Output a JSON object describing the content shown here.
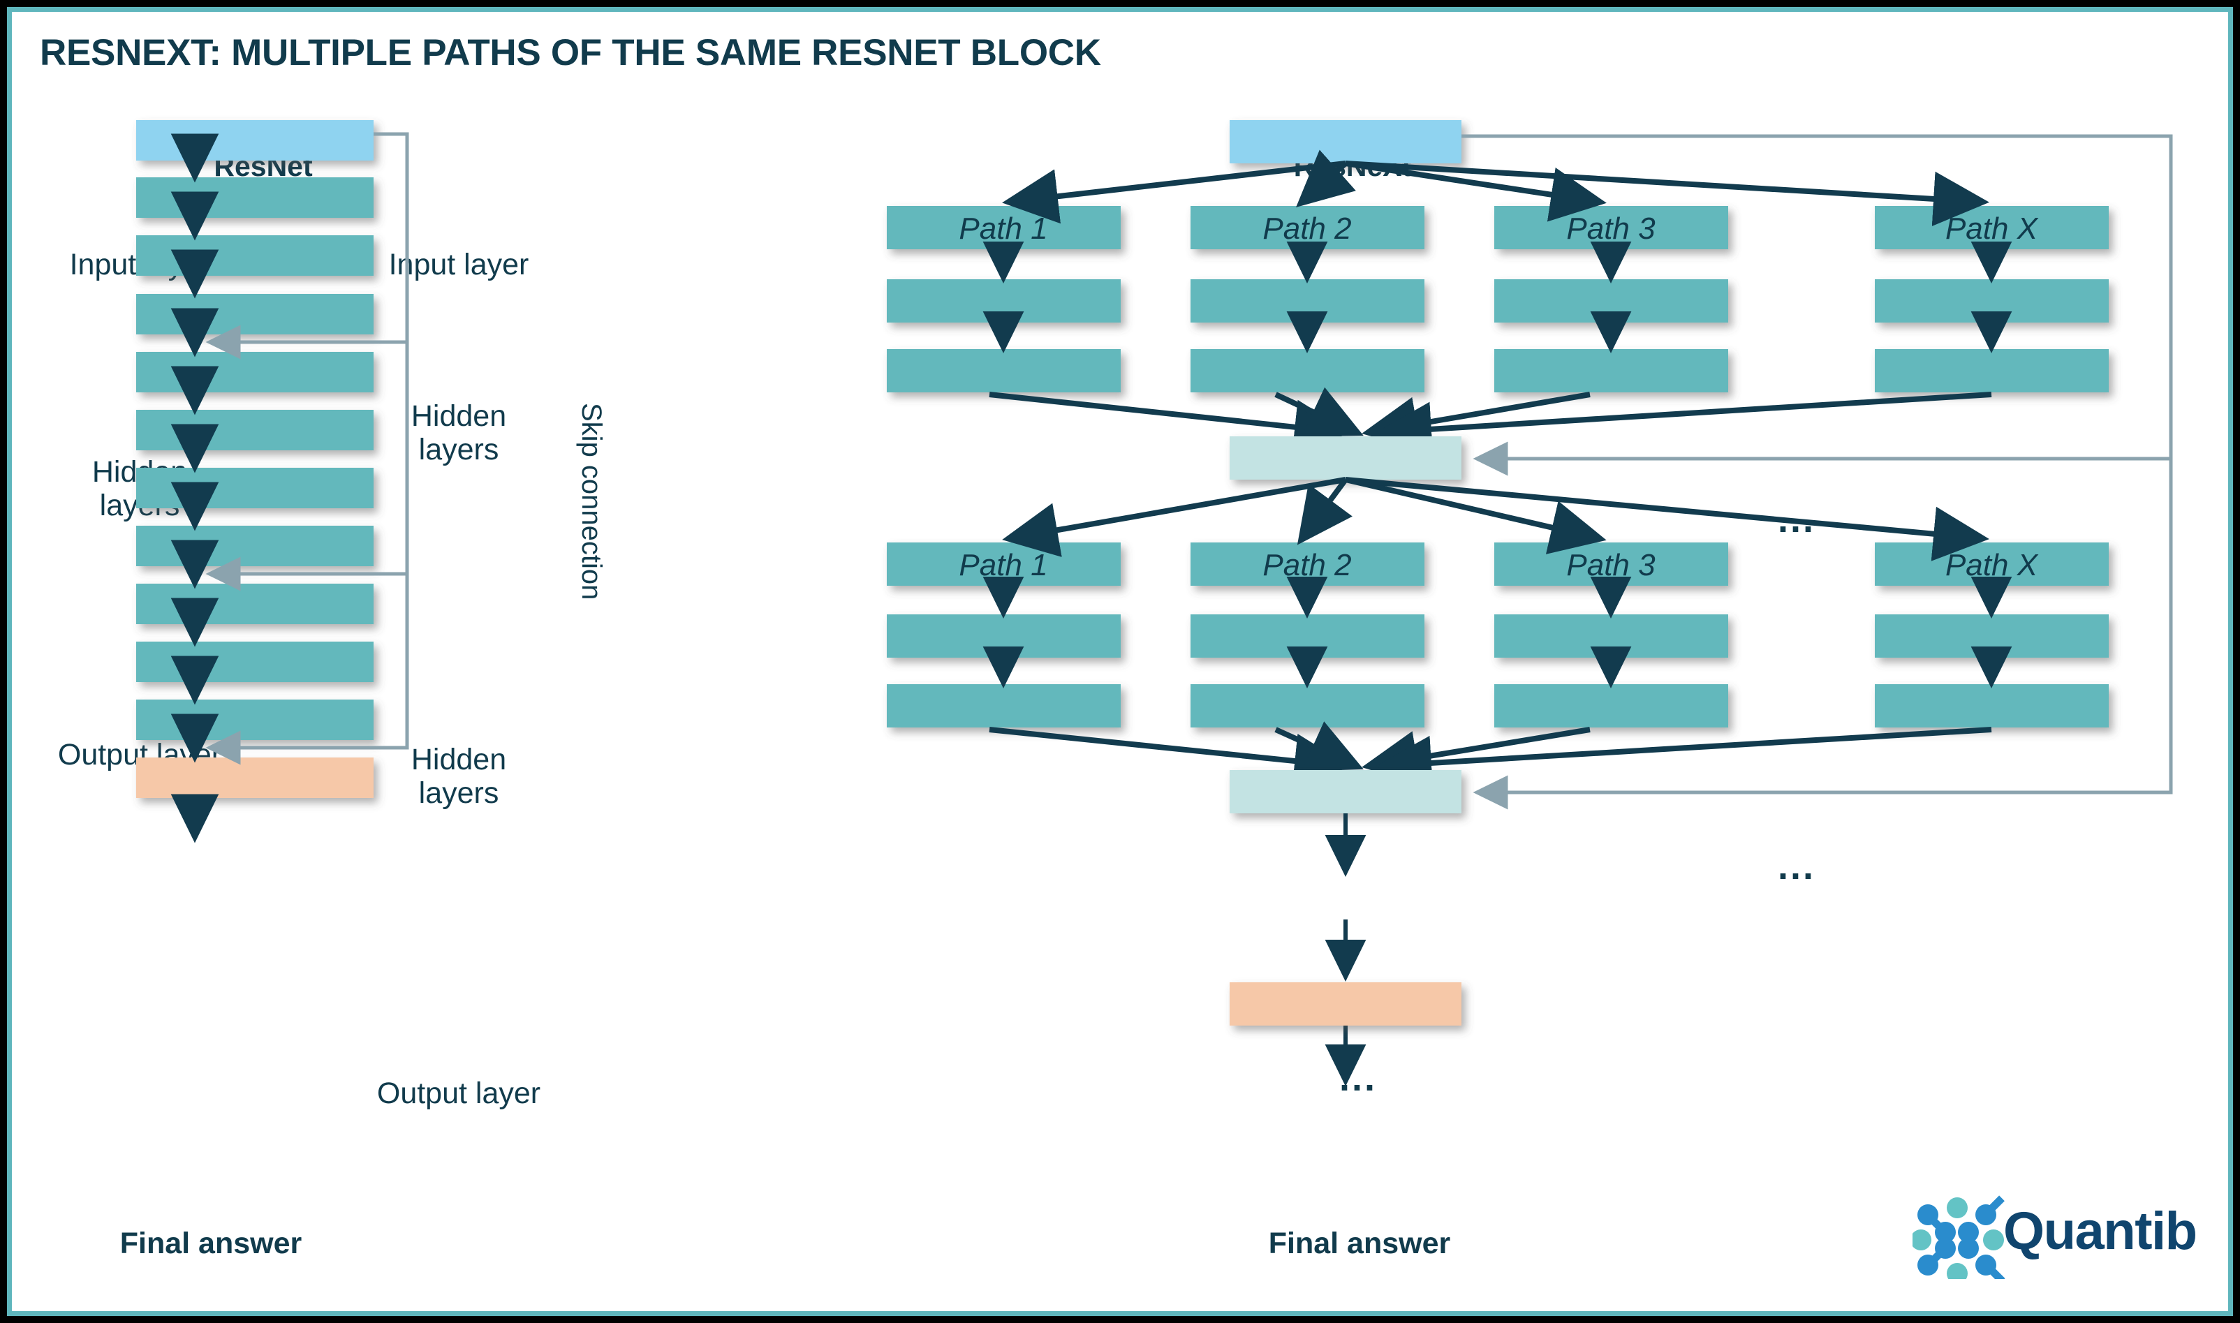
{
  "slide": {
    "title": "RESNEXT: MULTIPLE PATHS OF THE SAME RESNET BLOCK",
    "title_color": "#113b4c",
    "border_color": "#5fb6bd",
    "background": "#ffffff"
  },
  "colors": {
    "input_box": "#8fd3f0",
    "hidden_box": "#63b8bc",
    "merge_box": "#c3e3e3",
    "output_box": "#f6c8a8",
    "arrow": "#123b4e",
    "skip_line": "#8ba3ae",
    "text": "#113b4c"
  },
  "resnet": {
    "heading": "ResNet",
    "labels": {
      "input": "Input layer",
      "hidden_line1": "Hidden",
      "hidden_line2": "layers",
      "output": "Output layer",
      "skip": "Skip connection",
      "final": "Final answer"
    },
    "blocks": [
      {
        "kind": "input"
      },
      {
        "kind": "hidden"
      },
      {
        "kind": "hidden"
      },
      {
        "kind": "hidden"
      },
      {
        "kind": "hidden"
      },
      {
        "kind": "hidden"
      },
      {
        "kind": "hidden"
      },
      {
        "kind": "hidden"
      },
      {
        "kind": "hidden"
      },
      {
        "kind": "hidden"
      },
      {
        "kind": "hidden"
      },
      {
        "kind": "output"
      }
    ],
    "skip_connections": [
      {
        "from_block": 0,
        "to_gap_after_block": 4
      },
      {
        "from_block": 0,
        "to_gap_after_block": 7
      },
      {
        "from_block": 0,
        "to_gap_after_block": 10
      }
    ]
  },
  "resnext": {
    "heading": "ResNeXt",
    "labels": {
      "input": "Input layer",
      "hidden1_line1": "Hidden",
      "hidden1_line2": "layers",
      "hidden2_line1": "Hidden",
      "hidden2_line2": "layers",
      "output": "Output layer",
      "final": "Final answer",
      "ellipsis": "..."
    },
    "paths": [
      "Path 1",
      "Path 2",
      "Path 3",
      "Path X"
    ],
    "path_rows": 3,
    "stages": 2,
    "block_ellipsis": "...",
    "vertical_ellipsis": "..."
  },
  "logo": {
    "wordmark": "Quantib",
    "icon": "quantib-network-icon",
    "word_color": "#10456e",
    "node_blue": "#2a8ccd",
    "node_teal": "#63c3c5"
  }
}
